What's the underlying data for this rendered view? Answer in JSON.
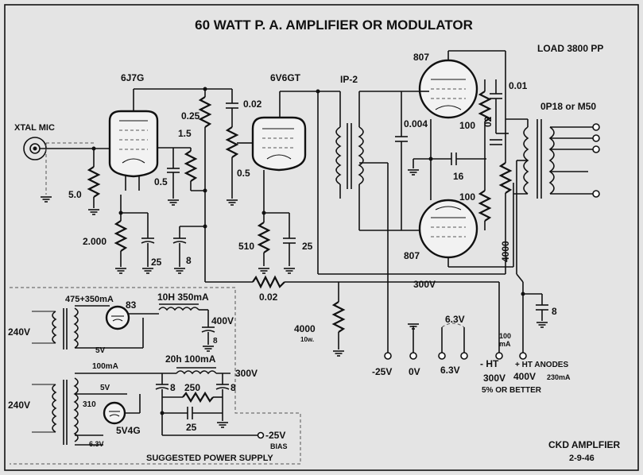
{
  "title": "60 WATT P. A.  AMPLIFIER OR MODULATOR",
  "tubes": {
    "v1": "6J7G",
    "v2": "6V6GT",
    "v3_top": "807",
    "v3_bottom": "807",
    "rectifier1": "83",
    "rectifier2": "5V4G"
  },
  "input": {
    "label": "XTAL MIC"
  },
  "transformers": {
    "interstage": "IP-2",
    "load": "LOAD 3800  PP",
    "output": "0P18 or M50"
  },
  "components": {
    "r_grid": "5.0",
    "r_cathode1": "2.000",
    "c_cathode1": "25",
    "c_screen1": "8",
    "r_plate1": "0.25",
    "r_screen1": "1.5",
    "c_coupling1": "0.02",
    "c_grid2": "0.5",
    "pot_volume": "0.5",
    "r_cathode2": "510",
    "c_cathode2": "25",
    "c_plate2": "0.004",
    "r_grid3": "100",
    "r_grid4": "100",
    "c_bias": "16",
    "c_fb1": "0.01",
    "c_fb2": "02",
    "r_bleed": "4000",
    "choke_decoupling": "0.02",
    "r_bleeder2": "4000",
    "r_bleeder2_note": "10w.",
    "c_ht": "8"
  },
  "rails": {
    "b300": "300V",
    "minus25": "-25V",
    "zero": "0V",
    "heater_top": "6.3V",
    "heater_bottom": "6.3V",
    "ht_minus_label": "- HT",
    "ht_minus_current": "100",
    "ht_minus_unit": "mA",
    "ht_minus_volts": "300V",
    "ht_plus_label": "+ HT ANODES",
    "ht_plus_current": "230mA",
    "ht_plus_volts": "400V",
    "tolerance": "5% OR BETTER"
  },
  "power_supply": {
    "label": "SUGGESTED POWER SUPPLY",
    "mains1": "240V",
    "mains2": "240V",
    "sec1": "475+350mA",
    "heater1": "5V",
    "choke1": "10H  350mA",
    "out1": "400V",
    "cap1": "8",
    "sec2": "100mA",
    "heater2": "5V",
    "sec2b": "310",
    "heater3": "6.3V",
    "choke2": "20h  100mA",
    "out2": "300V",
    "cap2a": "8",
    "r_bias": "250",
    "cap2b": "8",
    "cap_bias": "25",
    "bias_out": "-25V",
    "bias_label": "BIAS"
  },
  "footer": {
    "name": "CKD AMPLFIER",
    "date": "2-9-46"
  }
}
